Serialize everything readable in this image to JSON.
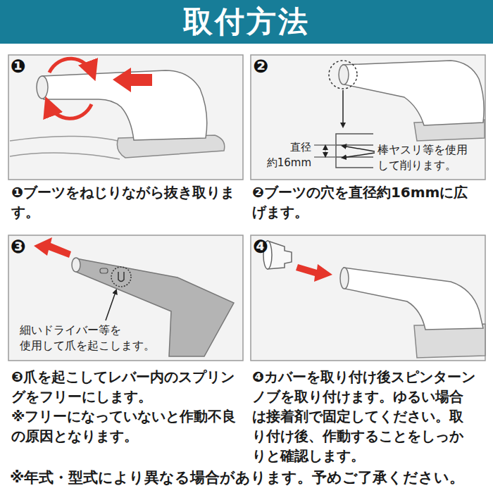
{
  "diagram": {
    "title": "取付方法",
    "labels": [
      "❶",
      "❷",
      "❸",
      "❹",
      "直径 約16mm",
      "棒ヤスリ等を使用 して削ります。",
      "細いドライバー等を 使用して爪を起こします。",
      "❶ブーツをねじりながら抜き取りま す。",
      "❷ブーツの穴を直径約16mmに広 げます。",
      "❸爪を起こしてレバー内のスプリン グをフリーにします。",
      "※フリーになっていないと作動不良 の原因となります。",
      "❹カバーを取り付け後スピンターン ノブを取り付けます。ゆるい場合 は接着剤で固定してください。取 り付け後、作動することをしっか りと確認します。",
      "※年式・型式により異なる場合があります。予めご了承ください。"
    ]
  }
}
